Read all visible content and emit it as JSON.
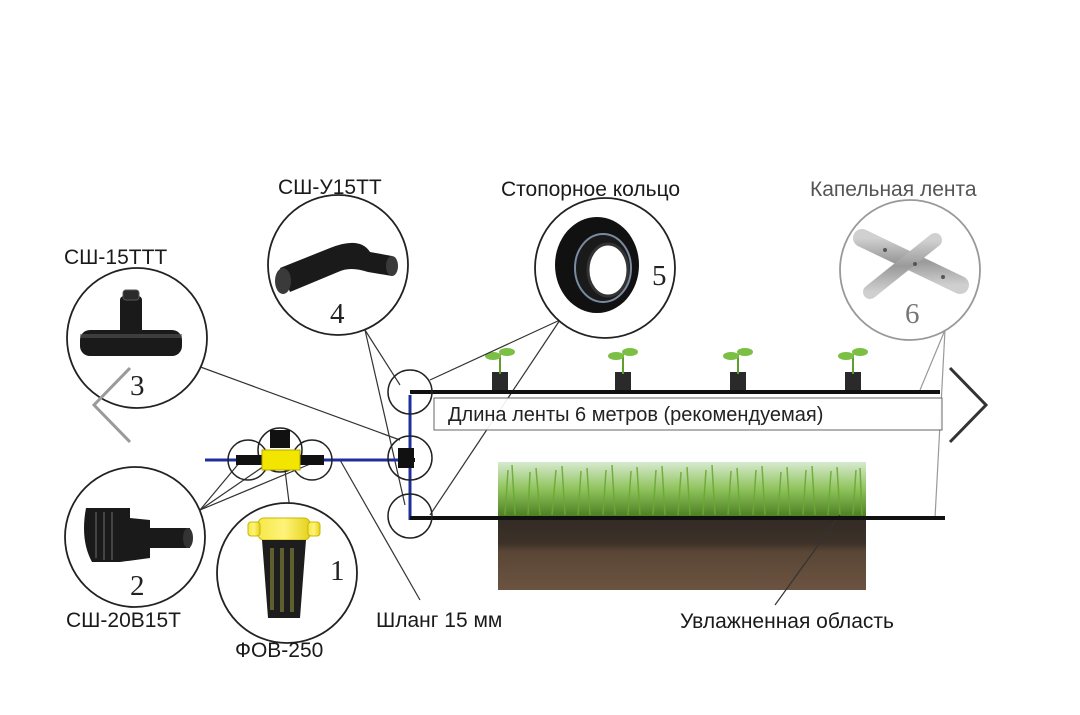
{
  "labels": {
    "tee": "СШ-15ТТТ",
    "elbow": "СШ-У15ТТ",
    "ring": "Стопорное кольцо",
    "tape": "Капельная лента",
    "adapter": "СШ-20В15Т",
    "filter": "ФОВ-250",
    "hose": "Шланг 15 мм",
    "wet_area": "Увлажненная область",
    "tape_length": "Длина ленты 6 метров (рекомендуемая)"
  },
  "numbers": {
    "filter": "1",
    "adapter": "2",
    "tee": "3",
    "elbow": "4",
    "ring": "5",
    "tape": "6"
  },
  "nav": {
    "prev_icon": "chevron-left-icon",
    "next_icon": "chevron-right-icon"
  },
  "colors": {
    "hose": "#1f2f9a",
    "fitting": "#f2e600",
    "tape": "#111111",
    "grass": "#5f9e2e",
    "soil": "#3b2d22"
  }
}
